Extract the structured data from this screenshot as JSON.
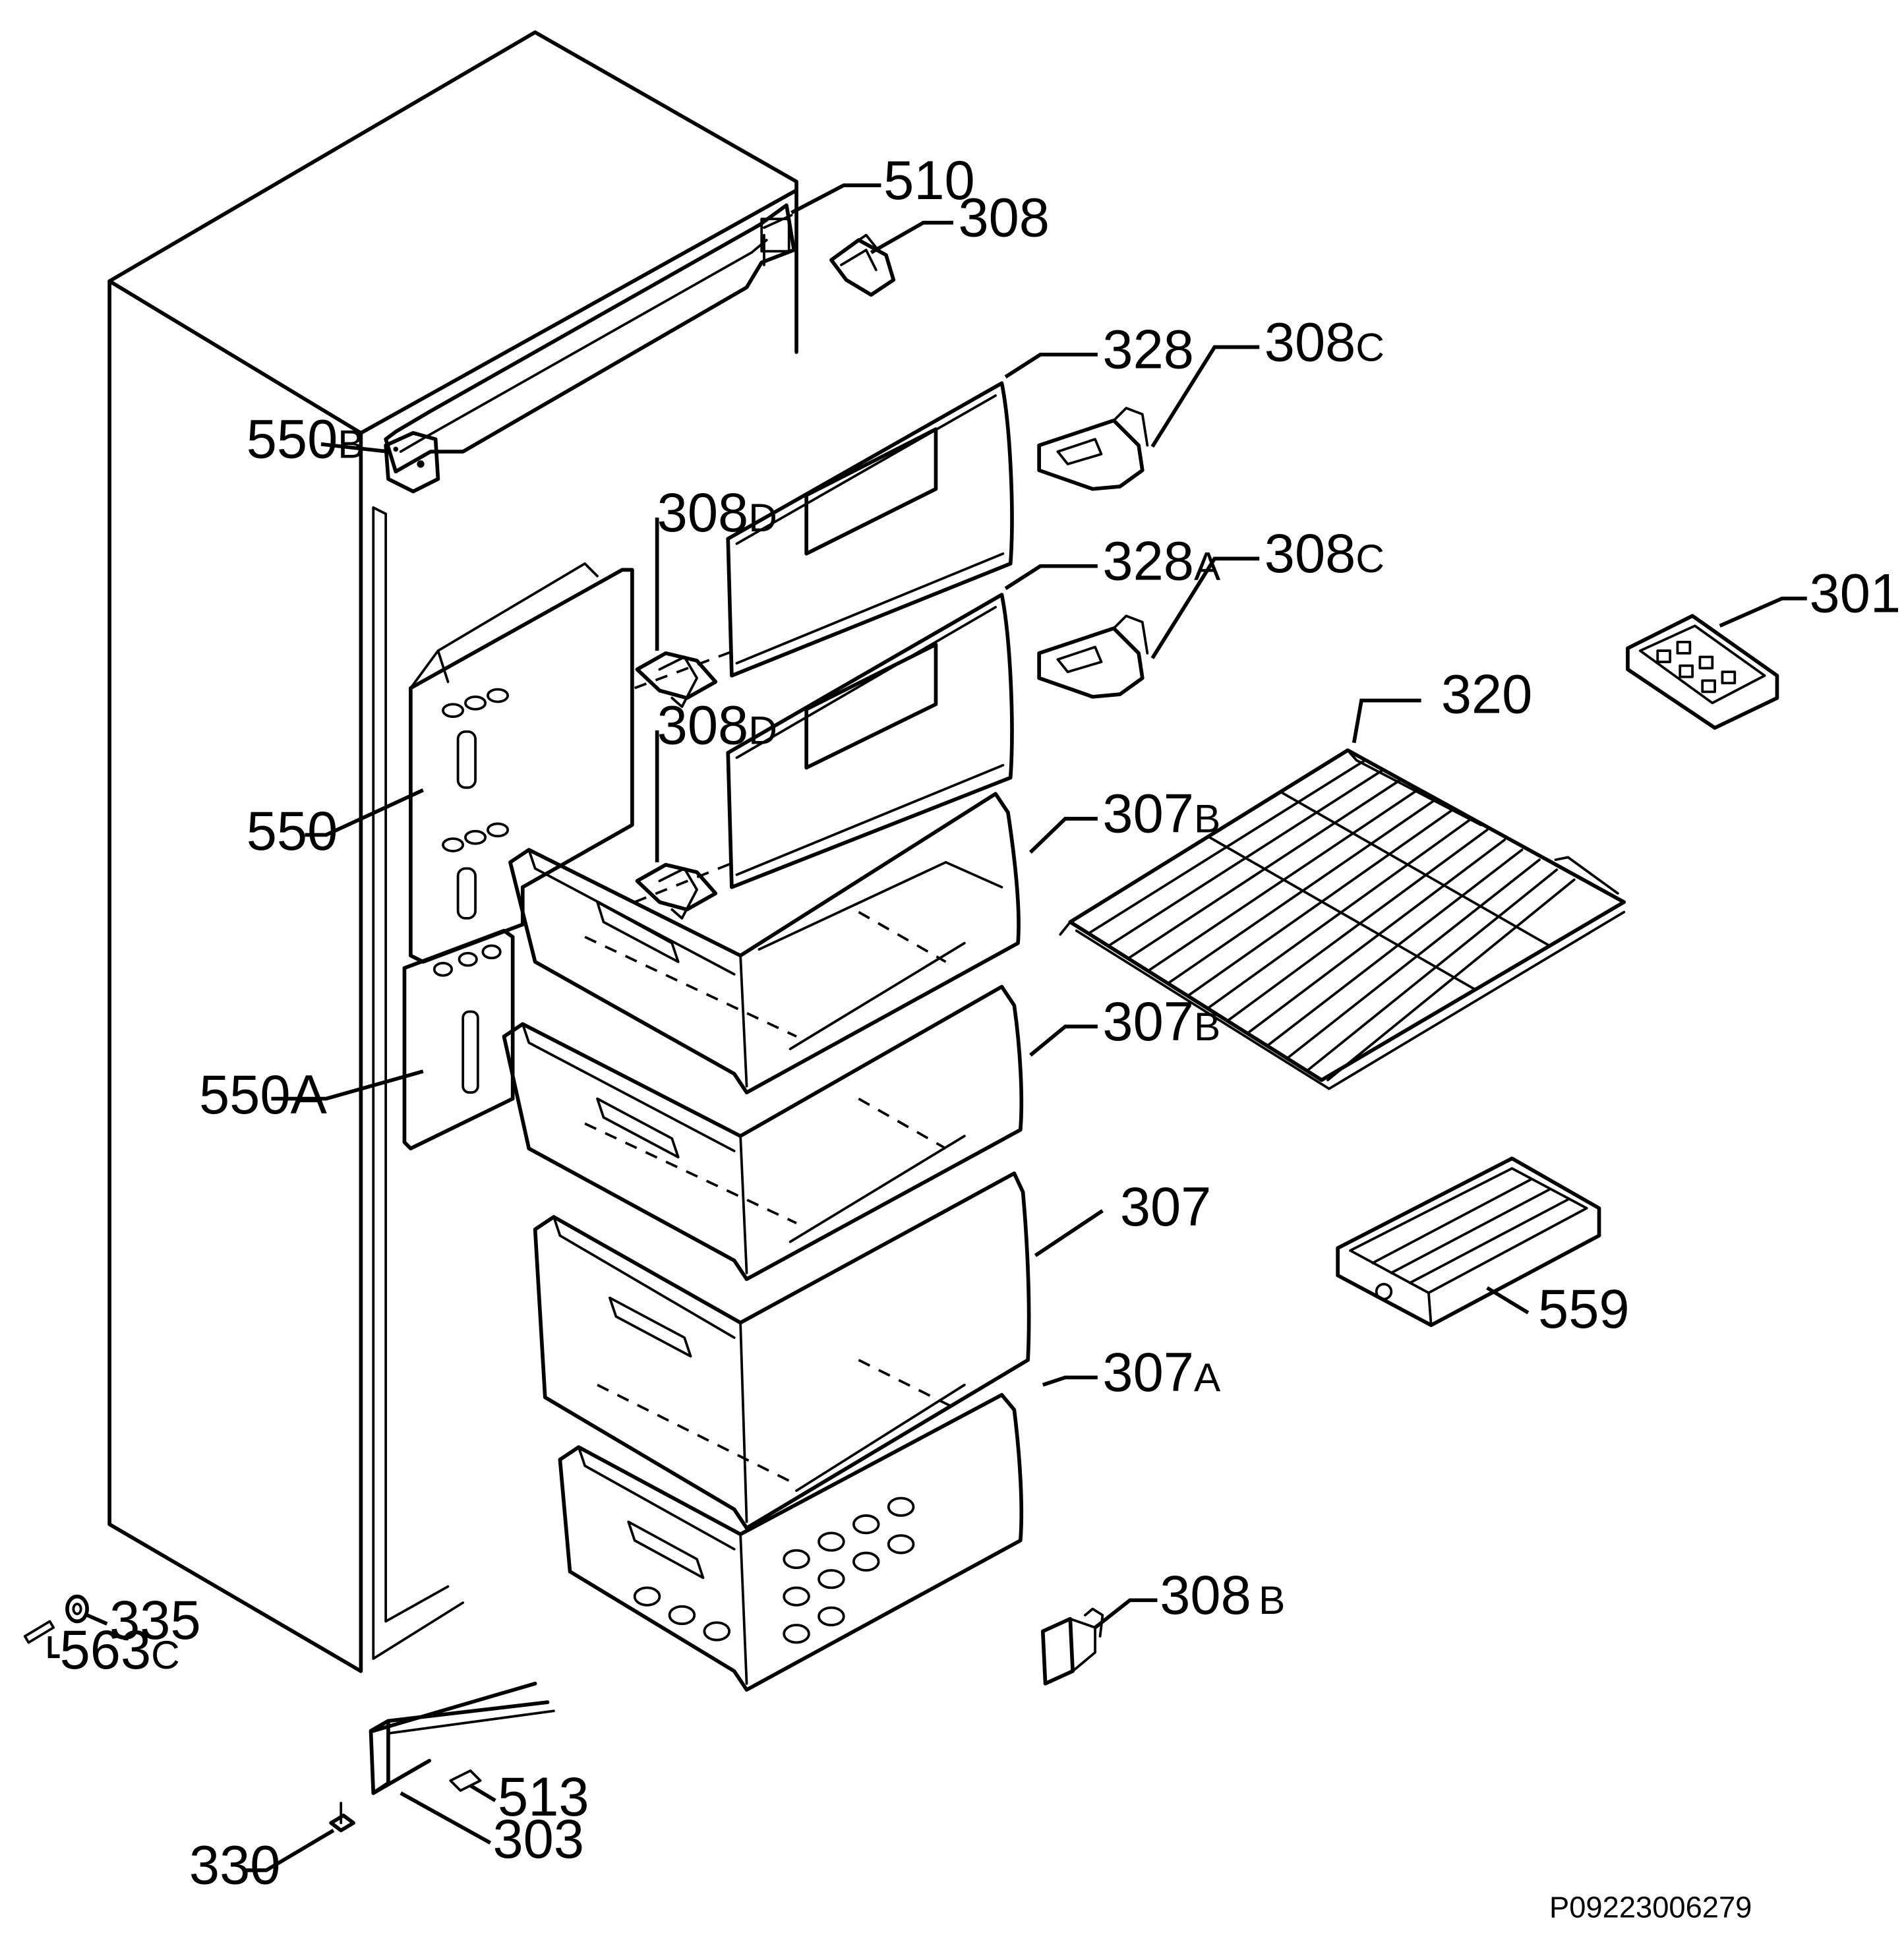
{
  "diagram": {
    "document_code": "P09223006279",
    "labels": [
      {
        "id": "510",
        "main": "510",
        "suffix": ""
      },
      {
        "id": "308",
        "main": "308",
        "suffix": ""
      },
      {
        "id": "328",
        "main": "328",
        "suffix": ""
      },
      {
        "id": "308c-top",
        "main": "308",
        "suffix": "C"
      },
      {
        "id": "550b",
        "main": "550",
        "suffix": "B"
      },
      {
        "id": "308d-top",
        "main": "308",
        "suffix": "D"
      },
      {
        "id": "328a",
        "main": "328",
        "suffix": "A"
      },
      {
        "id": "308c-mid",
        "main": "308",
        "suffix": "C"
      },
      {
        "id": "301",
        "main": "301",
        "suffix": ""
      },
      {
        "id": "320",
        "main": "320",
        "suffix": ""
      },
      {
        "id": "308d-mid",
        "main": "308",
        "suffix": "D"
      },
      {
        "id": "307b-top",
        "main": "307",
        "suffix": "B"
      },
      {
        "id": "550",
        "main": "550",
        "suffix": ""
      },
      {
        "id": "307b-mid",
        "main": "307",
        "suffix": "B"
      },
      {
        "id": "550a",
        "main": "550A",
        "suffix": ""
      },
      {
        "id": "307",
        "main": "307",
        "suffix": ""
      },
      {
        "id": "559",
        "main": "559",
        "suffix": ""
      },
      {
        "id": "307a",
        "main": "307",
        "suffix": "A"
      },
      {
        "id": "308b",
        "main": "308",
        "suffix": "B"
      },
      {
        "id": "335",
        "main": "335",
        "suffix": ""
      },
      {
        "id": "563c",
        "main": "563",
        "suffix": "C"
      },
      {
        "id": "513",
        "main": "513",
        "suffix": ""
      },
      {
        "id": "303",
        "main": "303",
        "suffix": ""
      },
      {
        "id": "330",
        "main": "330",
        "suffix": ""
      }
    ]
  }
}
